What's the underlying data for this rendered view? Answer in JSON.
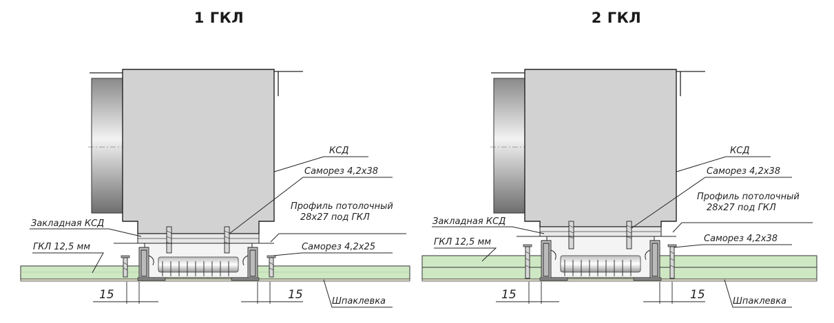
{
  "panels": [
    {
      "title": "1 ГКЛ",
      "labels": {
        "ksd": "КСД",
        "screw_top": "Саморез 4,2х38",
        "profile_line1": "Профиль потолочный",
        "profile_line2": "28х27 под ГКЛ",
        "embed": "Закладная КСД",
        "gkl": "ГКЛ 12,5 мм",
        "screw_side": "Саморез 4,2х25",
        "putty": "Шпаклевка",
        "dim_left": "15",
        "dim_right": "15"
      }
    },
    {
      "title": "2 ГКЛ",
      "labels": {
        "ksd": "КСД",
        "screw_top": "Саморез 4,2х38",
        "profile_line1": "Профиль потолочный",
        "profile_line2": "28х27 под ГКЛ",
        "embed": "Закладная КСД",
        "gkl": "ГКЛ 12,5 мм",
        "screw_side": "Саморез 4,2х38",
        "putty": "Шпаклевка",
        "dim_left": "15",
        "dim_right": "15"
      }
    }
  ],
  "colors": {
    "gkl": "#cfe8c4",
    "body": "#d2d2d2",
    "line": "#222222"
  }
}
